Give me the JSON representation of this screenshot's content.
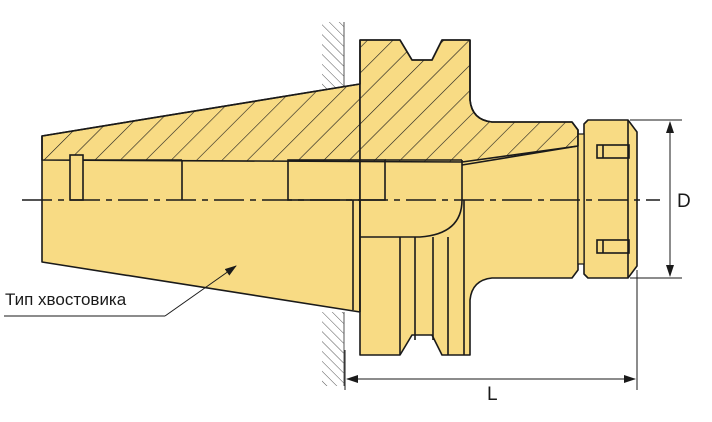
{
  "labels": {
    "shank_type": "Тип хвостовика",
    "diameter": "D",
    "length": "L"
  },
  "colors": {
    "body_fill": "#F8DB84",
    "outline": "#1a1a1a",
    "hatch": "#1a1a1a"
  }
}
